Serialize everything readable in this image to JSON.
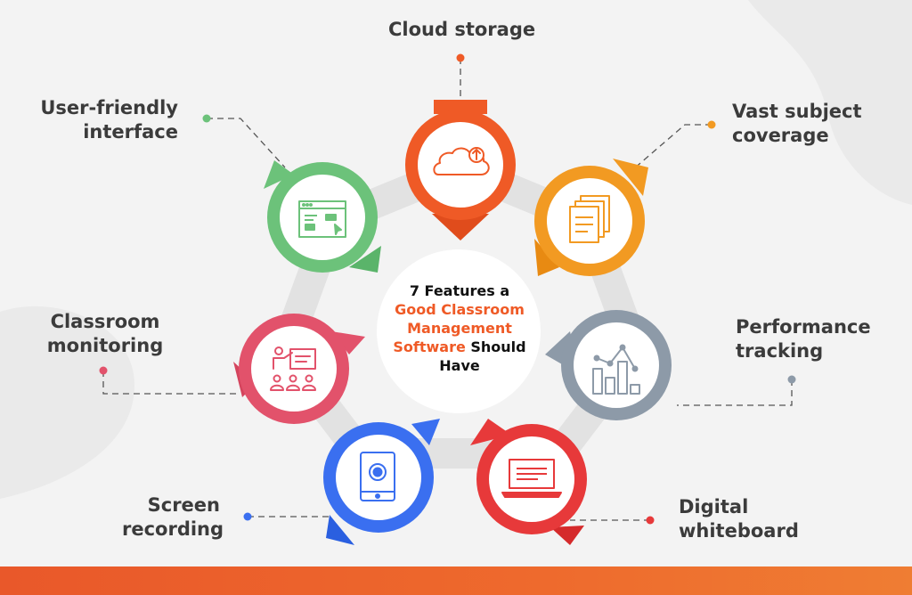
{
  "center": {
    "line1": "7 Features a",
    "line2_highlight": "Good Classroom",
    "line3_highlight": "Management",
    "line4_highlight": "Software",
    "line4_rest": " Should",
    "line5": "Have"
  },
  "colors": {
    "accent": "#ef5a26",
    "cloud_storage": "#ef5a26",
    "vast_subject_coverage": "#f29a22",
    "performance_tracking": "#8d9aa8",
    "digital_whiteboard": "#e7393a",
    "screen_recording": "#3a6ff0",
    "classroom_monitoring": "#e2526b",
    "user_friendly_interface": "#6cc27a",
    "bottom_bar": "#ee6a2d"
  },
  "features": [
    {
      "key": "cloud_storage",
      "lines": [
        "Cloud storage"
      ],
      "icon": "cloud-upload-icon"
    },
    {
      "key": "vast_subject_coverage",
      "lines": [
        "Vast subject",
        "coverage"
      ],
      "icon": "documents-icon"
    },
    {
      "key": "performance_tracking",
      "lines": [
        "Performance",
        "tracking"
      ],
      "icon": "bar-line-chart-icon"
    },
    {
      "key": "digital_whiteboard",
      "lines": [
        "Digital",
        "whiteboard"
      ],
      "icon": "laptop-icon"
    },
    {
      "key": "screen_recording",
      "lines": [
        "Screen",
        "recording"
      ],
      "icon": "tablet-record-icon"
    },
    {
      "key": "classroom_monitoring",
      "lines": [
        "Classroom",
        "monitoring"
      ],
      "icon": "teacher-presentation-icon"
    },
    {
      "key": "user_friendly_interface",
      "lines": [
        "User-friendly",
        "interface"
      ],
      "icon": "browser-window-icon"
    }
  ]
}
